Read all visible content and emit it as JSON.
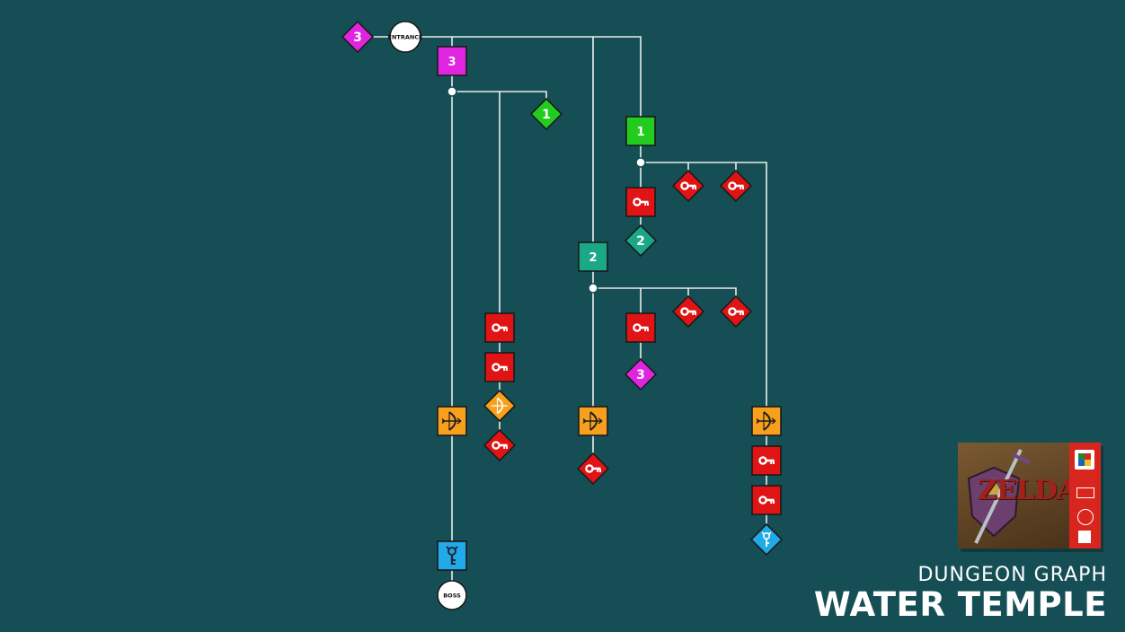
{
  "header": {
    "subtitle": "DUNGEON GRAPH",
    "title": "WATER TEMPLE"
  },
  "cover": {
    "logo_text": "ZELDA"
  },
  "colors": {
    "background": "#154f55",
    "line": "#e8ecec",
    "magenta": "#e025e0",
    "green": "#21cc1f",
    "teal": "#1aa886",
    "red": "#e01414",
    "orange": "#f7a01e",
    "cyan": "#21a9e8",
    "white": "#ffffff"
  },
  "graph": {
    "entrance_label": "ENTRANCE",
    "boss_label": "BOSS",
    "lock_1_label": "1",
    "lock_2_label": "2",
    "lock_3_label": "3",
    "key_1_label": "1",
    "key_2_label": "2",
    "key_3a_label": "3",
    "key_3b_label": "3"
  }
}
